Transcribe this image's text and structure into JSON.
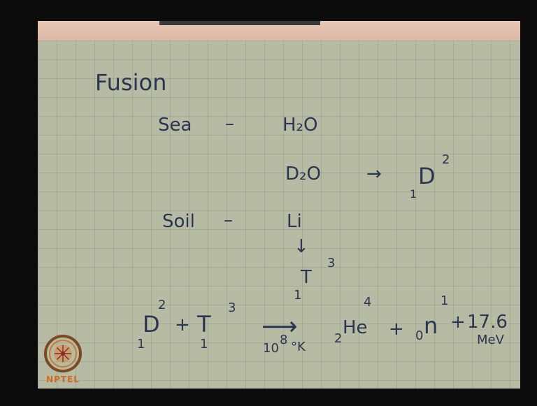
{
  "slide": {
    "title": "Fusion",
    "sea_label": "Sea",
    "dash1": "–",
    "h2o": "H₂O",
    "d2o": "D₂O",
    "arrow1": "→",
    "d_sym": "D",
    "d_mass": "2",
    "d_atomic": "1",
    "soil_label": "Soil",
    "dash2": "–",
    "li": "Li",
    "arrow_down": "↓",
    "t_sym": "T",
    "t_mass": "3",
    "t_atomic": "1",
    "eq": {
      "d_sym": "D",
      "d_mass": "2",
      "d_atomic": "1",
      "plus1": "+",
      "t_sym": "T",
      "t_mass": "3",
      "t_atomic": "1",
      "arrow": "⟶",
      "condition": "10",
      "condition_exp": "8",
      "condition_unit": "°K",
      "he_sym": "He",
      "he_mass": "4",
      "he_atomic": "2",
      "plus2": "+",
      "n_sym": "n",
      "n_mass": "1",
      "n_atomic": "0",
      "plus3": "+",
      "energy": "17.6",
      "energy_unit": "MeV"
    }
  },
  "logo": {
    "text": "NPTEL",
    "color": "#d06a20"
  }
}
